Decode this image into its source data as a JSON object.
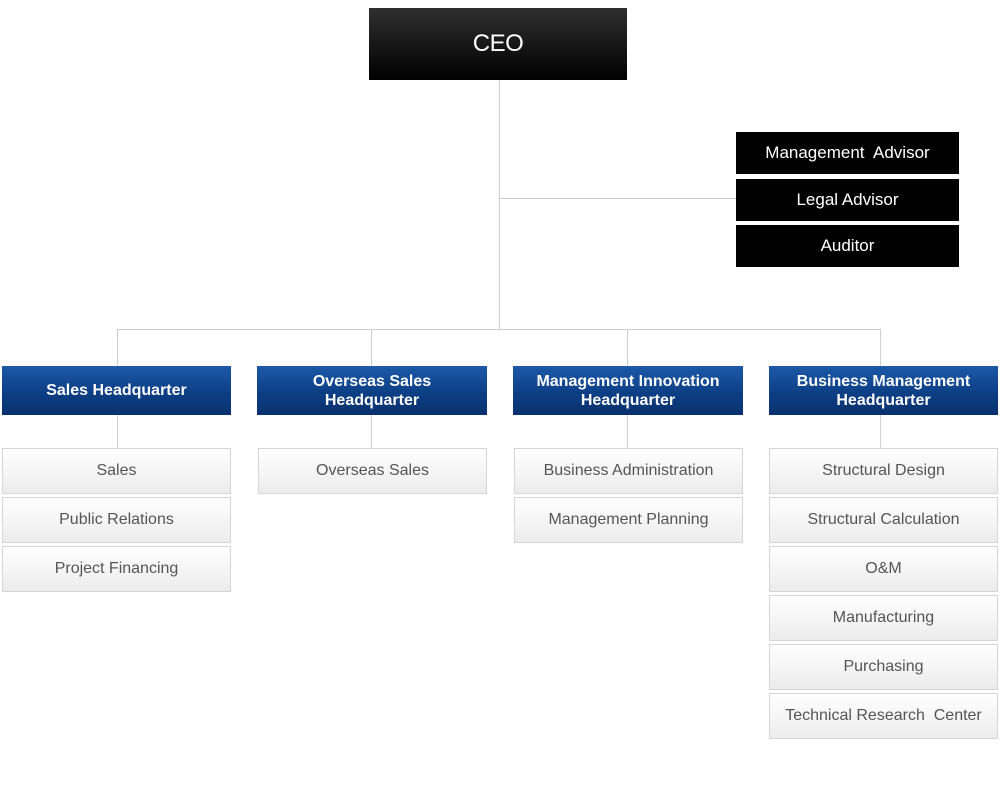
{
  "ceo": {
    "label": "CEO"
  },
  "advisors": [
    {
      "label": "Management  Advisor"
    },
    {
      "label": "Legal Advisor"
    },
    {
      "label": "Auditor"
    }
  ],
  "headquarters": [
    {
      "label": "Sales Headquarter",
      "departments": [
        "Sales",
        "Public Relations",
        "Project Financing"
      ]
    },
    {
      "label": "Overseas Sales\nHeadquarter",
      "departments": [
        "Overseas Sales"
      ]
    },
    {
      "label": "Management Innovation\nHeadquarter",
      "departments": [
        "Business Administration",
        "Management Planning"
      ]
    },
    {
      "label": "Business Management\nHeadquarter",
      "departments": [
        "Structural Design",
        "Structural Calculation",
        "O&M",
        "Manufacturing",
        "Purchasing",
        "Technical Research  Center"
      ]
    }
  ],
  "colors": {
    "ceo_box": "#000000",
    "advisor_box": "#000000",
    "headquarter_box": "#0d3f85",
    "department_text": "#555555",
    "connector": "#cfcfcf"
  }
}
